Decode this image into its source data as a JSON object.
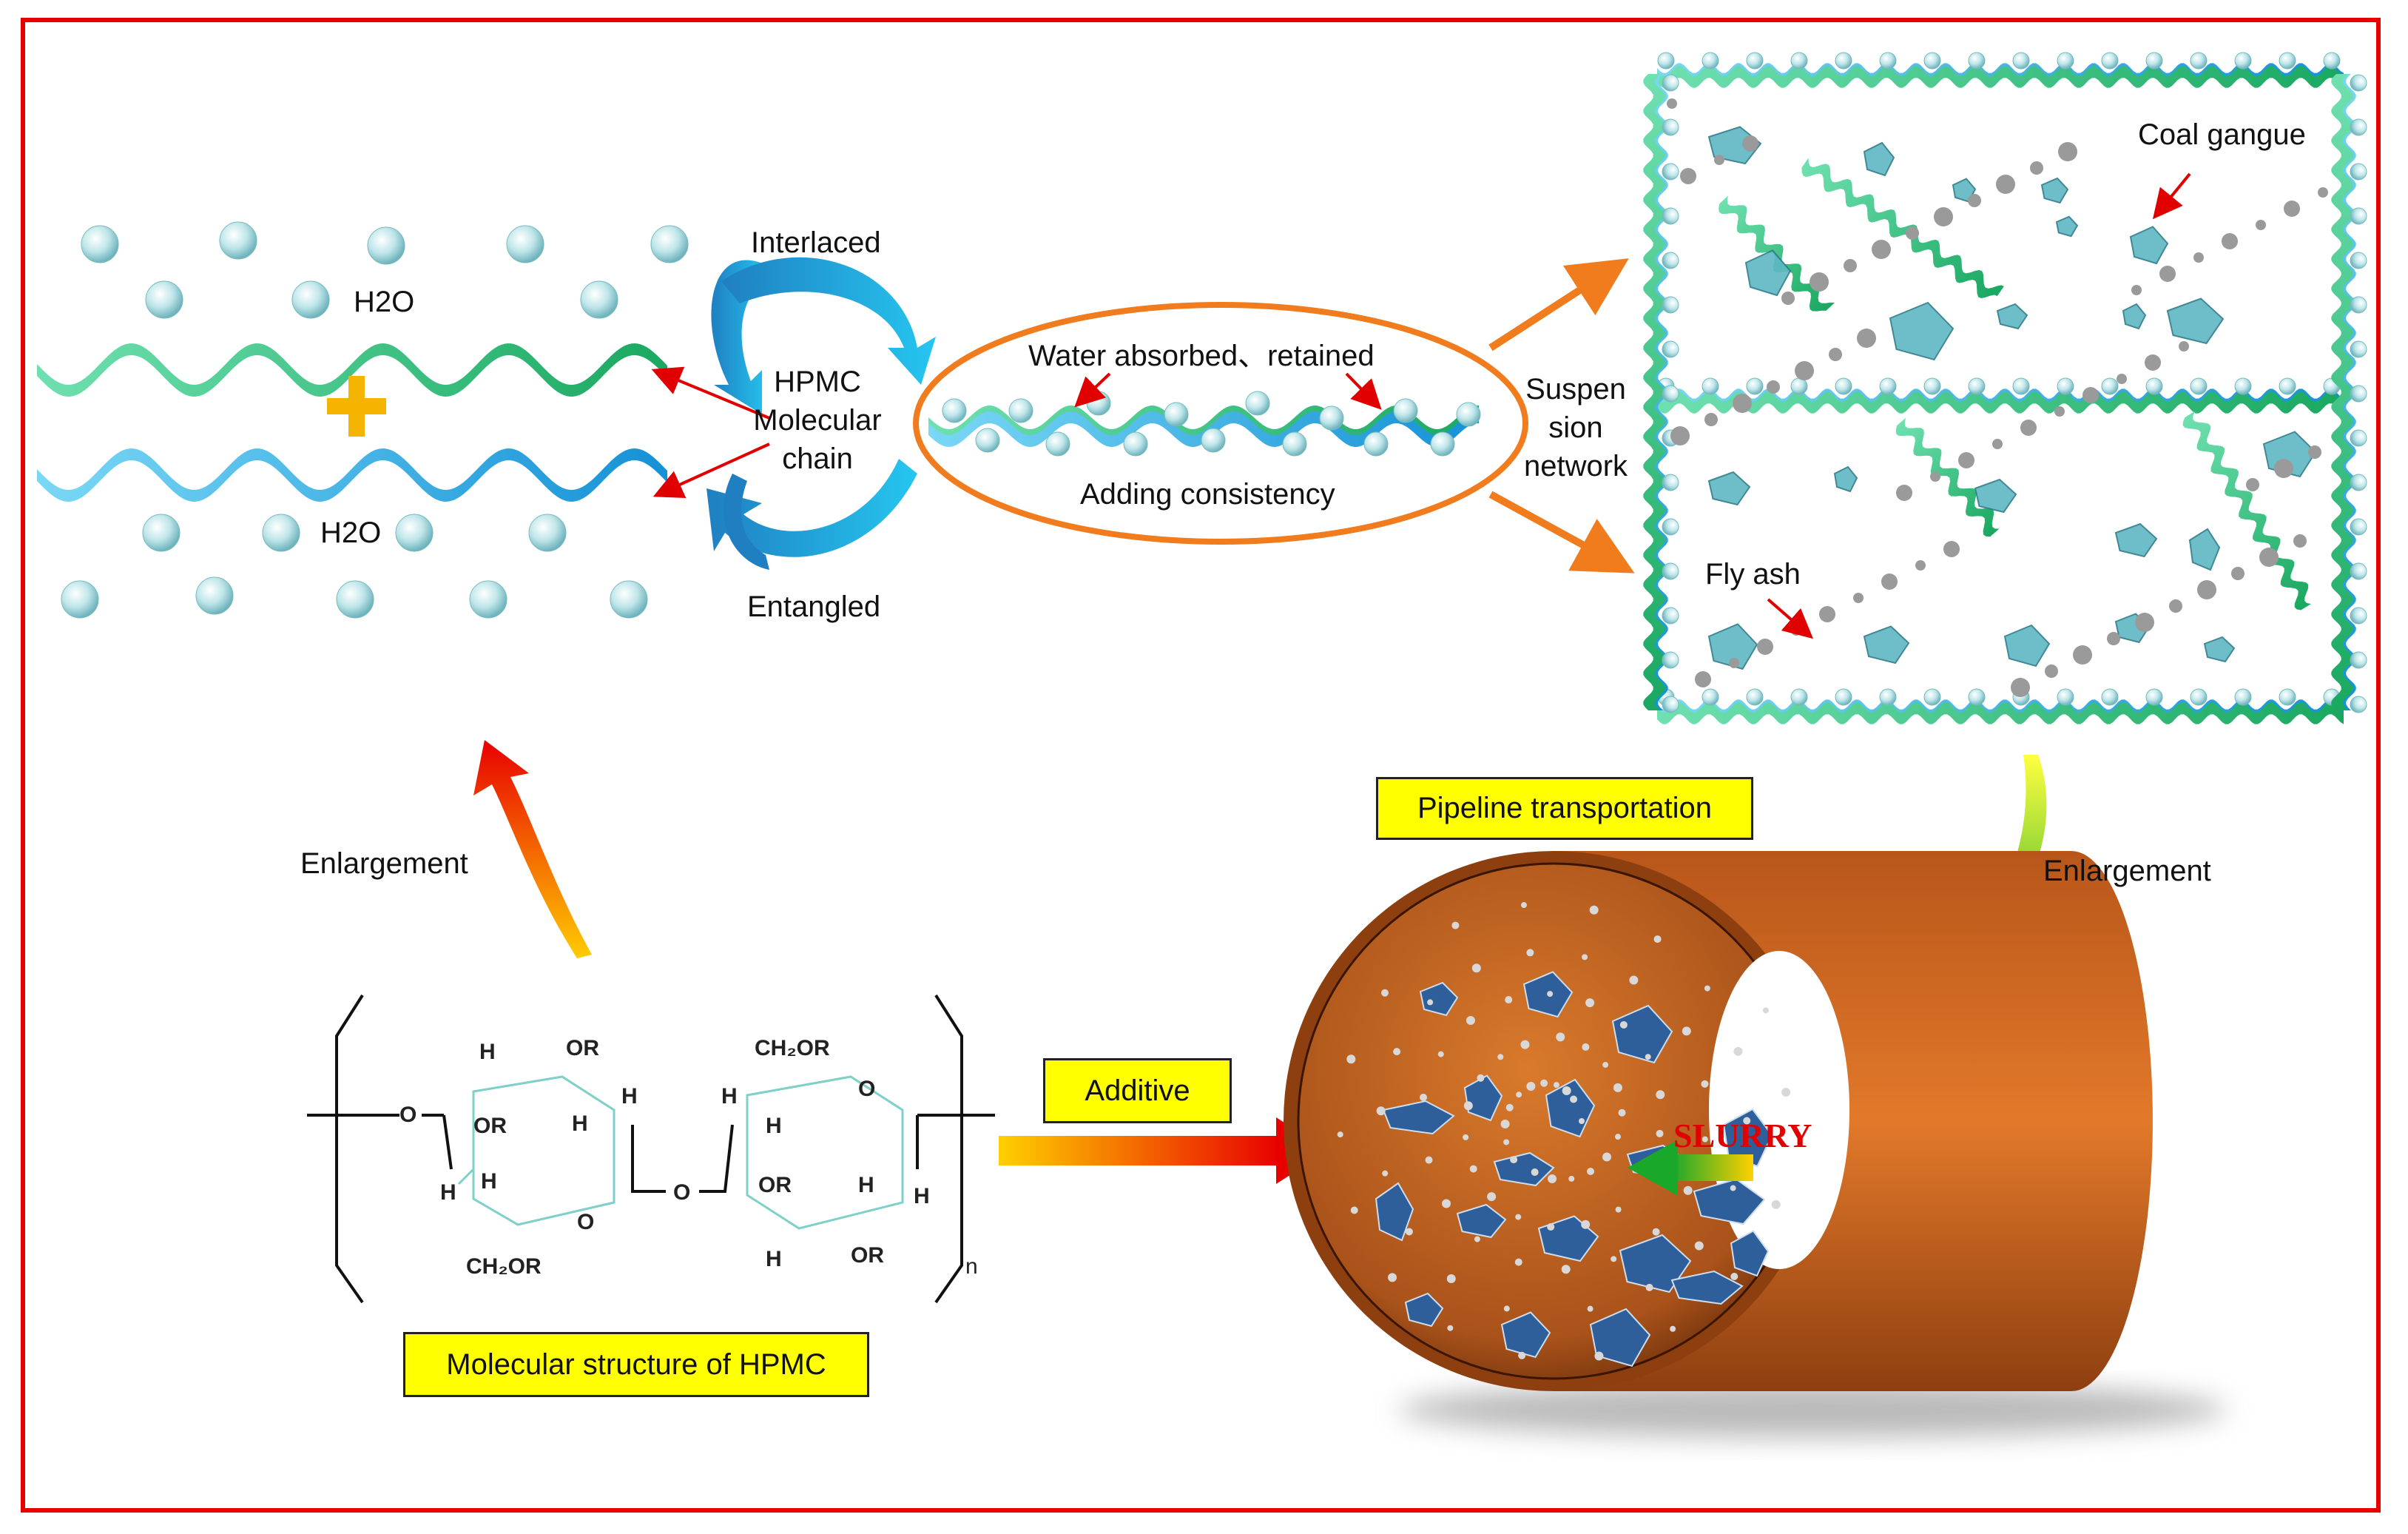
{
  "labels": {
    "h2o_top": "H2O",
    "h2o_bottom": "H2O",
    "hpmc_chain": [
      "HPMC",
      "Molecular",
      "chain"
    ],
    "interlaced": "Interlaced",
    "entangled": "Entangled",
    "water_absorbed": "Water absorbed、retained",
    "adding_consistency": "Adding consistency",
    "suspension_network": [
      "Suspen",
      "sion",
      "network"
    ],
    "coal_gangue": "Coal gangue",
    "fly_ash": "Fly ash",
    "enlargement_left": "Enlargement",
    "enlargement_right": "Enlargement",
    "slurry": "SLURRY"
  },
  "boxes": {
    "pipeline": "Pipeline transportation",
    "additive": "Additive",
    "molecular_structure": "Molecular structure of HPMC"
  },
  "structure": {
    "h_1": "H",
    "or_1": "OR",
    "or_2": "OR",
    "h_2": "H",
    "h_3": "H",
    "h_4": "H",
    "ch2or_1": "CH₂OR",
    "o_ring_1": "O",
    "o_link_left": "O",
    "o_bridge": "O",
    "h_5": "H",
    "h_6": "H",
    "ch2or_2": "CH₂OR",
    "o_ring_2": "O",
    "h_7": "H",
    "or_3": "OR",
    "h_8": "H",
    "h_9": "H",
    "or_4": "OR",
    "h_10": "H",
    "subscript_n": "n"
  },
  "colors": {
    "frame": "#e60000",
    "green_helix": "#2ec27e",
    "blue_helix": "#29a9e0",
    "orange_ellipse": "#f07c1e",
    "orange_arrow": "#f07c1e",
    "plus": "#f5b400",
    "pipe": "#c8631a",
    "particle": "#3a7fb8",
    "box_fill": "#ffff00",
    "red_pointer": "#e00000"
  }
}
